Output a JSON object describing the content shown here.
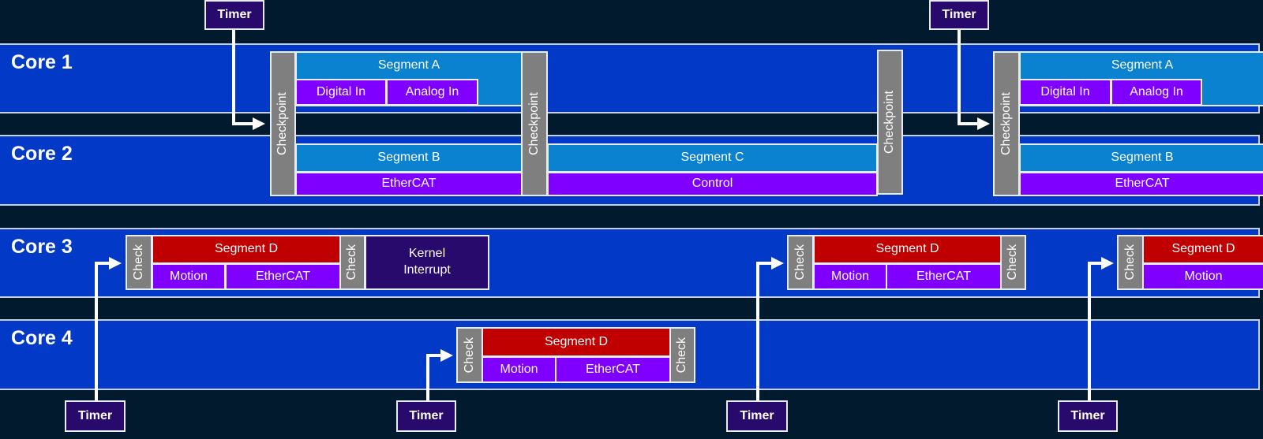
{
  "colors": {
    "background": "#021a2e",
    "core": "#0239c6",
    "segment": "#0a82d0",
    "task": "#7f00ff",
    "segment_d": "#c00000",
    "checkpoint": "#7f7f7f",
    "timer": "#28096c"
  },
  "cores": [
    "Core 1",
    "Core 2",
    "Core 3",
    "Core 4"
  ],
  "timer": "Timer",
  "checkpoint": "Checkpoint",
  "check": "Check",
  "segments": {
    "a": "Segment A",
    "b": "Segment B",
    "c": "Segment C",
    "d": "Segment D"
  },
  "tasks": {
    "digital_in": "Digital In",
    "analog_in": "Analog In",
    "ethercat": "EtherCAT",
    "control": "Control",
    "motion": "Motion"
  },
  "kernel_interrupt": "Kernel Interrupt"
}
